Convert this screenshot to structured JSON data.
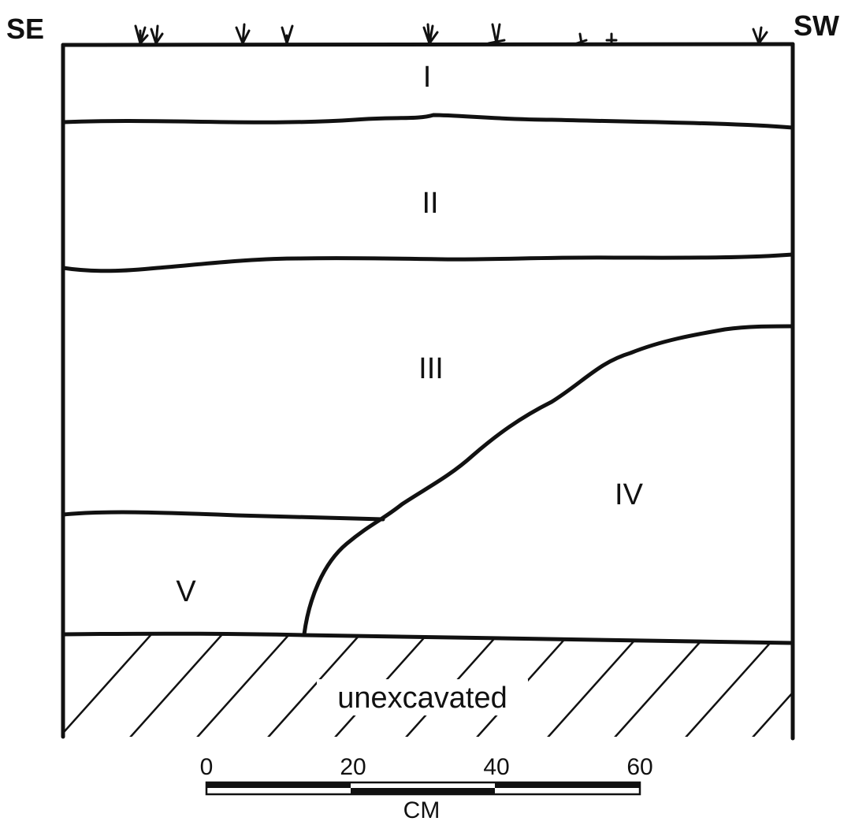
{
  "orientation": {
    "left": "SE",
    "right": "SW"
  },
  "layers": [
    {
      "id": "I",
      "label": "I"
    },
    {
      "id": "II",
      "label": "II"
    },
    {
      "id": "III",
      "label": "III"
    },
    {
      "id": "IV",
      "label": "IV"
    },
    {
      "id": "V",
      "label": "V"
    }
  ],
  "base": {
    "label": "unexcavated",
    "pattern": "diagonal-hatch"
  },
  "scale": {
    "ticks": [
      "0",
      "20",
      "40",
      "60"
    ],
    "unit": "CM"
  },
  "colors": {
    "ink": "#111111",
    "paper": "#ffffff"
  },
  "icons": [
    "grass-tuft-icon"
  ]
}
